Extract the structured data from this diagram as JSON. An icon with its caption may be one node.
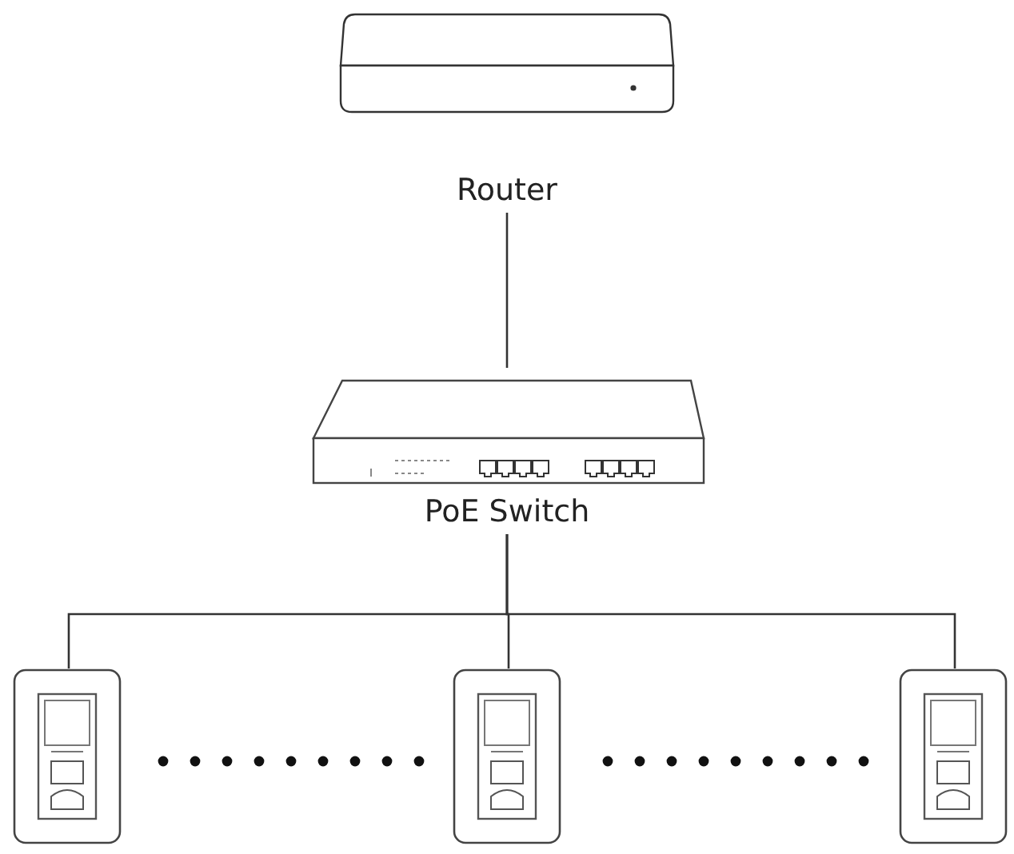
{
  "diagram": {
    "nodes": [
      {
        "text": [
          "Router"
        ]
      },
      {
        "text": [
          "PoE Switch"
        ]
      },
      {
        "text": [],
        "shape": "picture"
      },
      {
        "text": [],
        "shape": "picture"
      },
      {
        "text": [],
        "shape": "picture"
      }
    ],
    "edges": [
      {
        "from": 0,
        "to": 1,
        "arrow": "none"
      },
      {
        "from": 1,
        "to": 2,
        "arrow": "none"
      },
      {
        "from": 1,
        "to": 3,
        "arrow": "none"
      },
      {
        "from": 1,
        "to": 4,
        "arrow": "none"
      }
    ]
  }
}
